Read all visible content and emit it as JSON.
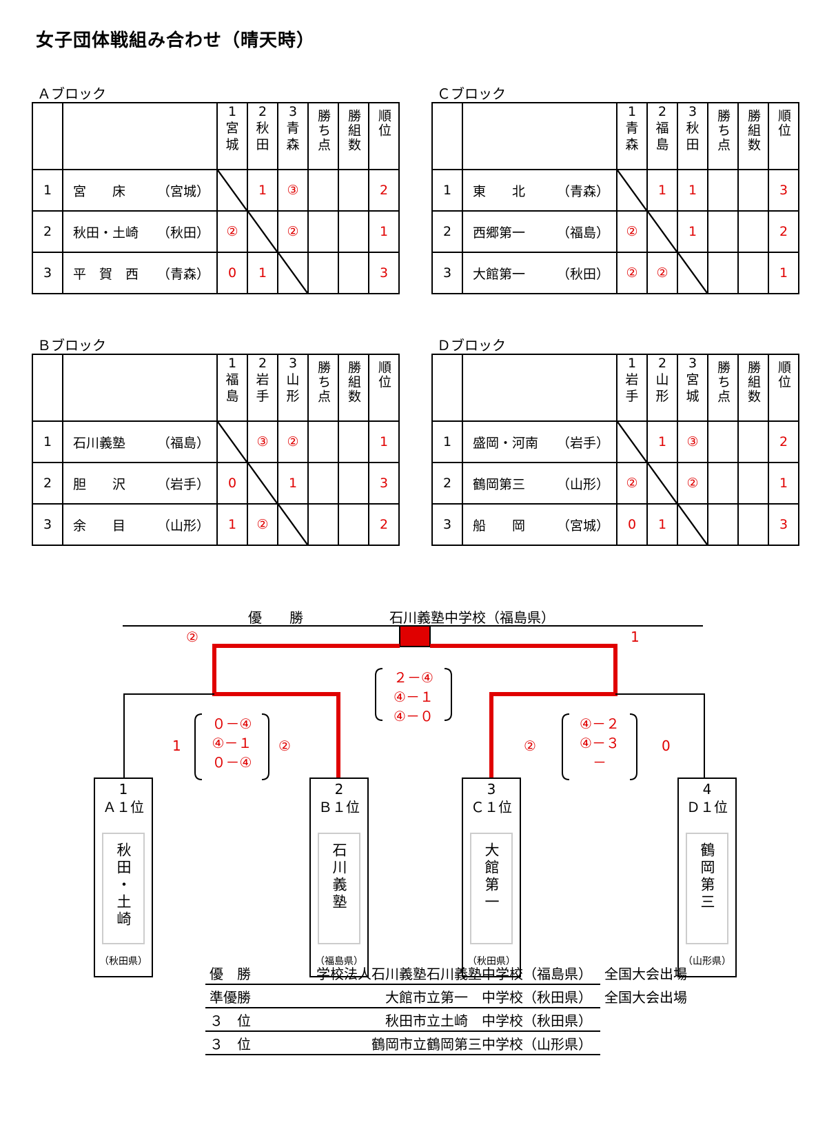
{
  "title": "女子団体戦組み合わせ（晴天時）",
  "blocks": [
    {
      "label": "Ａブロック",
      "cols": [
        "1\n宮\n城",
        "2\n秋\n田",
        "3\n青\n森"
      ],
      "extra_cols": [
        "勝ち点",
        "勝組数",
        "順位"
      ],
      "rows": [
        {
          "no": "1",
          "name": "宮　　床",
          "pref": "（宮城）",
          "r": [
            "",
            "1",
            "③"
          ],
          "pts": "",
          "sets": "",
          "rank": "2"
        },
        {
          "no": "2",
          "name": "秋田・土崎",
          "pref": "（秋田）",
          "r": [
            "②",
            "",
            "②"
          ],
          "pts": "",
          "sets": "",
          "rank": "1"
        },
        {
          "no": "3",
          "name": "平　賀　西",
          "pref": "（青森）",
          "r": [
            "0",
            "1",
            ""
          ],
          "pts": "",
          "sets": "",
          "rank": "3"
        }
      ]
    },
    {
      "label": "Ｃブロック",
      "cols": [
        "1\n青\n森",
        "2\n福\n島",
        "3\n秋\n田"
      ],
      "extra_cols": [
        "勝ち点",
        "勝組数",
        "順位"
      ],
      "rows": [
        {
          "no": "1",
          "name": "東　　北",
          "pref": "（青森）",
          "r": [
            "",
            "1",
            "1"
          ],
          "pts": "",
          "sets": "",
          "rank": "3"
        },
        {
          "no": "2",
          "name": "西郷第一",
          "pref": "（福島）",
          "r": [
            "②",
            "",
            "1"
          ],
          "pts": "",
          "sets": "",
          "rank": "2"
        },
        {
          "no": "3",
          "name": "大館第一",
          "pref": "（秋田）",
          "r": [
            "②",
            "②",
            ""
          ],
          "pts": "",
          "sets": "",
          "rank": "1"
        }
      ]
    },
    {
      "label": "Ｂブロック",
      "cols": [
        "1\n福\n島",
        "2\n岩\n手",
        "3\n山\n形"
      ],
      "extra_cols": [
        "勝ち点",
        "勝組数",
        "順位"
      ],
      "rows": [
        {
          "no": "1",
          "name": "石川義塾",
          "pref": "（福島）",
          "r": [
            "",
            "③",
            "②"
          ],
          "pts": "",
          "sets": "",
          "rank": "1"
        },
        {
          "no": "2",
          "name": "胆　　沢",
          "pref": "（岩手）",
          "r": [
            "0",
            "",
            "1"
          ],
          "pts": "",
          "sets": "",
          "rank": "3"
        },
        {
          "no": "3",
          "name": "余　　目",
          "pref": "（山形）",
          "r": [
            "1",
            "②",
            ""
          ],
          "pts": "",
          "sets": "",
          "rank": "2"
        }
      ]
    },
    {
      "label": "Ｄブロック",
      "cols": [
        "1\n岩\n手",
        "2\n山\n形",
        "3\n宮\n城"
      ],
      "extra_cols": [
        "勝ち点",
        "勝組数",
        "順位"
      ],
      "rows": [
        {
          "no": "1",
          "name": "盛岡・河南",
          "pref": "（岩手）",
          "r": [
            "",
            "1",
            "③"
          ],
          "pts": "",
          "sets": "",
          "rank": "2"
        },
        {
          "no": "2",
          "name": "鶴岡第三",
          "pref": "（山形）",
          "r": [
            "②",
            "",
            "②"
          ],
          "pts": "",
          "sets": "",
          "rank": "1"
        },
        {
          "no": "3",
          "name": "船　　岡",
          "pref": "（宮城）",
          "r": [
            "0",
            "1",
            ""
          ],
          "pts": "",
          "sets": "",
          "rank": "3"
        }
      ]
    }
  ],
  "bracket": {
    "winner_label": "優　　勝",
    "winner_name": "石川義塾中学校（福島県）",
    "final_left_score": "②",
    "final_right_score": "1",
    "final_sets": [
      "２－④",
      "④－１",
      "④－０"
    ],
    "semi1_left_score": "1",
    "semi1_right_score": "②",
    "semi1_sets": [
      "０－④",
      "④－１",
      "０－④"
    ],
    "semi2_left_score": "②",
    "semi2_right_score": "0",
    "semi2_sets": [
      "④－２",
      "④－３",
      "－"
    ],
    "seeds": [
      {
        "num": "1",
        "label": "Ａ１位",
        "team": "秋田・土崎",
        "pref": "（秋田県）"
      },
      {
        "num": "2",
        "label": "Ｂ１位",
        "team": "石川義塾",
        "pref": "（福島県）"
      },
      {
        "num": "3",
        "label": "Ｃ１位",
        "team": "大館第一",
        "pref": "（秋田県）"
      },
      {
        "num": "4",
        "label": "Ｄ１位",
        "team": "鶴岡第三",
        "pref": "（山形県）"
      }
    ]
  },
  "results": [
    {
      "place": "優　勝",
      "school": "学校法人石川義塾石川義塾中学校（福島県）",
      "note": "全国大会出場"
    },
    {
      "place": "準優勝",
      "school": "大館市立第一　中学校（秋田県）",
      "note": "全国大会出場"
    },
    {
      "place": "３　位",
      "school": "秋田市立土崎　中学校（秋田県）",
      "note": ""
    },
    {
      "place": "３　位",
      "school": "鶴岡市立鶴岡第三中学校（山形県）",
      "note": ""
    }
  ],
  "colors": {
    "accent_red": "#e00000"
  }
}
